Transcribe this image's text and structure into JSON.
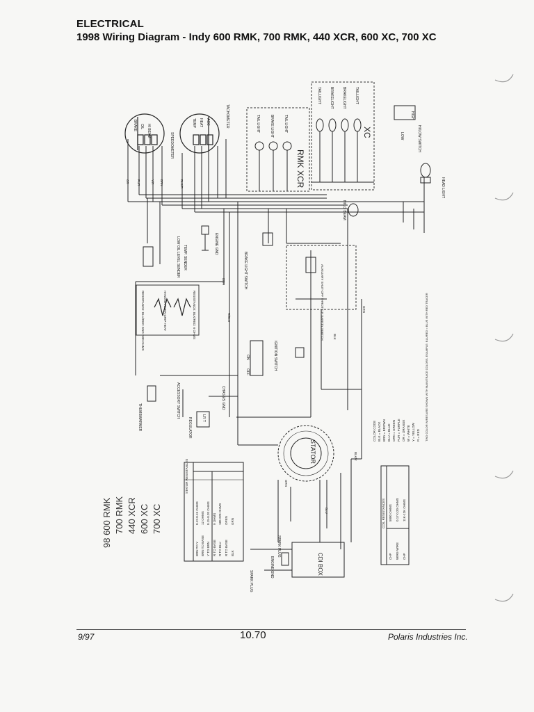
{
  "header": {
    "section": "ELECTRICAL",
    "title": "1998 Wiring Diagram - Indy 600 RMK, 700 RMK, 440 XCR, 600 XC, 700 XC"
  },
  "footer": {
    "date": "9/97",
    "page": "10.70",
    "company": "Polaris Industries Inc."
  },
  "diagram": {
    "models": [
      "98 600 RMK",
      "700 RMK",
      "440 XCR",
      "600 XC",
      "700 XC"
    ],
    "gauges": {
      "left_labels": [
        "BRAKE",
        "OIL",
        "HI BEAM"
      ],
      "left_name": "SPEEDOMETER",
      "right_labels": [
        "TEMP",
        "HEAT",
        "ACC"
      ],
      "right_name": "TACHOMETER"
    },
    "lights_rmk_xcr": {
      "labels": [
        "TAIL LIGHT",
        "BRAKE LIGHT",
        "TAIL LIGHT"
      ],
      "model": "RMK XCR"
    },
    "lights_xc": {
      "labels": [
        "TAILLIGHT",
        "BRAKELIGHT",
        "BRAKELIGHT",
        "TAILLIGHT"
      ],
      "model": "XC"
    },
    "hi_lo_switch": {
      "label": "HI/LOW SWITCH",
      "positions": [
        "LOW",
        "HIGH"
      ]
    },
    "head_light": "HEAD LIGHT",
    "hi_lo_beam": "HI/LO BEAM",
    "engine_gnd": "ENGINE GND",
    "low_oil": "LOW OIL LEVEL SENDER",
    "temp_sender": "TEMP. SENDER",
    "brake_light_switch": "BRAKE LIGHT SWITCH",
    "aux_shutoff": "AUXILIARY SHUT-OFF THROTTLE SAFETY SWITCH",
    "resistances": {
      "a": "RESISTANCE: BLU/RED GND: 100 OHMS",
      "b": "RESISTANCE: BLK/RED: 6 OHMS",
      "grip": "HANDWARMER GRIP HEAT"
    },
    "ignition_switch": {
      "label": "IGNITION SWITCH",
      "positions": [
        "OFF",
        "ON"
      ]
    },
    "throttle_switch": "THUMBWARMER",
    "accessory_switch": "ACCESSORY SWITCH",
    "chassis_gnd": "CHASSIS GND",
    "regulator": {
      "label": "REGULATOR",
      "text": "LR T"
    },
    "stator": "STATOR",
    "spark_plug_top": "SPARK PLUG",
    "spark_plug_bottom": "SPARK PLUG",
    "cdi_box": "CDI BOX",
    "engine_gnd2": "ENGINE GND",
    "stator_table": {
      "title": "STATOR RESISTANCES",
      "rows": [
        [
          "BRN TO Y",
          "0.12-0.15 OHMS"
        ],
        [
          "BRN TO BASE",
          "12 OHMS"
        ],
        [
          "Y TO BRN",
          "0.15-0.20 OHMS"
        ],
        [
          "R TO BASE",
          "9 OHMS"
        ],
        [
          "R TO BLU",
          "180-220 OHMS"
        ],
        [
          "R TO BASE",
          "OPEN"
        ],
        [
          "BLK",
          "GRN"
        ]
      ]
    },
    "coil_table": {
      "title": "COIL RESISTANCES",
      "rows": [
        [
          "CHP",
          "5000 OHMS"
        ],
        [
          "WIRE-WIRE",
          "0.17-0.20 OHMS"
        ],
        [
          "CHP",
          "11K-12K OHMS"
        ]
      ]
    },
    "color_code": {
      "title": "COLOR CODE",
      "items": [
        "BLK = BLACK",
        "BRN = BROWN",
        "BLU = BLUE",
        "GRN = GREEN",
        "PUR = PURPLE",
        "OR = ORANGE",
        "W = WHITE",
        "Y = YELLOW",
        "R = RED"
      ],
      "note": "TWO COLOR WIRES ARE SHOWN WITH MAIN/TRACE COLORS. EXAMPLE: BLU/RED = BLUE WITH RED TRACER"
    },
    "wire_labels": [
      "OR",
      "PUR",
      "Y/R",
      "BRN",
      "BLK/R",
      "BRN",
      "R/BLU",
      "GRN",
      "BLK",
      "BLU",
      "BLK/Y",
      "GRN"
    ]
  }
}
